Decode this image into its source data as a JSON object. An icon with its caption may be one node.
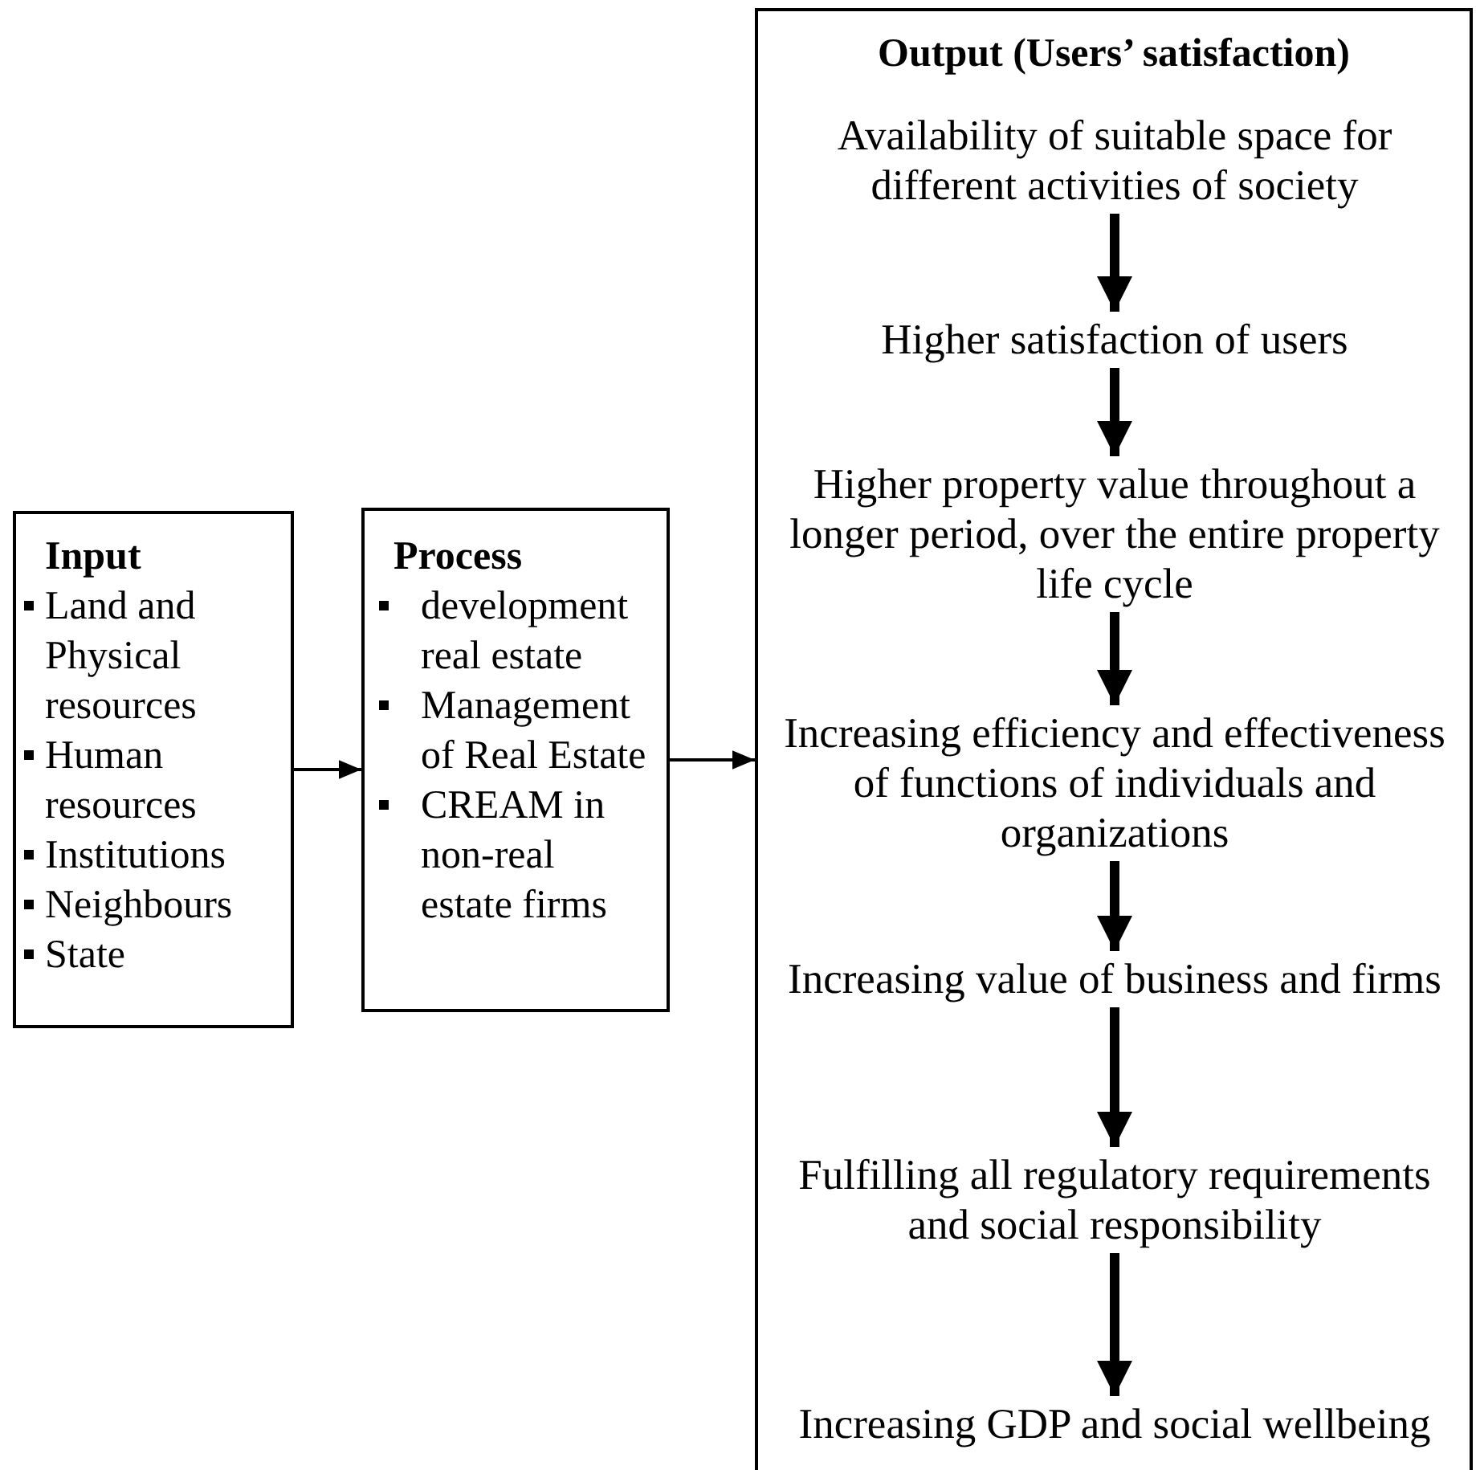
{
  "diagram": {
    "nodes": [
      {
        "text": [
          "Input",
          "Land and Physical resources",
          "Human resources",
          "Institutions",
          "Neighbours",
          "State"
        ]
      },
      {
        "text": [
          "Process",
          "development real estate",
          "Management of Real Estate",
          "CREAM in non-real estate firms"
        ]
      },
      {
        "text": [
          "Output (Users’ satisfaction)"
        ]
      },
      {
        "text": [
          "Availability of suitable space for different activities of society"
        ],
        "in": 2
      },
      {
        "text": [
          "Higher satisfaction of users"
        ],
        "in": 2
      },
      {
        "text": [
          "Higher property value throughout a longer period, over the entire property life cycle"
        ],
        "in": 2
      },
      {
        "text": [
          "Increasing efficiency and effectiveness of functions of individuals and organizations"
        ],
        "in": 2
      },
      {
        "text": [
          "Increasing value of business and firms"
        ],
        "in": 2
      },
      {
        "text": [
          "Fulfilling all regulatory requirements and social responsibility"
        ],
        "in": 2
      },
      {
        "text": [
          "Increasing GDP and social wellbeing"
        ],
        "in": 2
      }
    ],
    "edges": [
      {
        "from": 0,
        "to": 1,
        "arrow": "to"
      },
      {
        "from": 1,
        "to": 2,
        "arrow": "to"
      },
      {
        "from": 3,
        "to": 4,
        "arrow": "to"
      },
      {
        "from": 4,
        "to": 5,
        "arrow": "to"
      },
      {
        "from": 5,
        "to": 6,
        "arrow": "to"
      },
      {
        "from": 6,
        "to": 7,
        "arrow": "to"
      },
      {
        "from": 7,
        "to": 8,
        "arrow": "to"
      },
      {
        "from": 8,
        "to": 9,
        "arrow": "to"
      }
    ]
  }
}
